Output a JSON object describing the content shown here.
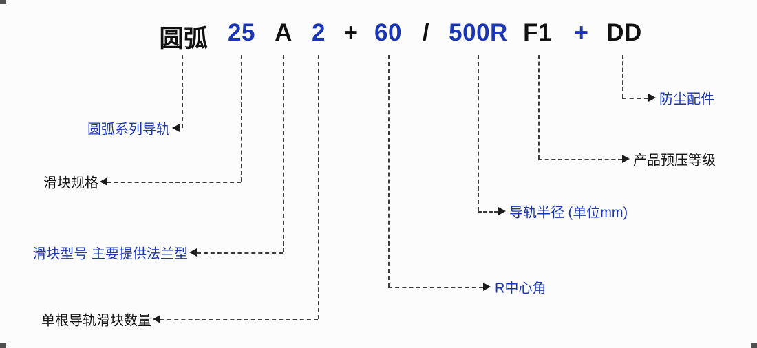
{
  "title_code": {
    "full_code": "圆弧 25 A 2 + 60 / 500R F1 + DD",
    "tokens": [
      {
        "text": "圆弧",
        "color": "#101010"
      },
      {
        "text": "25",
        "color": "#1b36b5"
      },
      {
        "text": "A",
        "color": "#101010"
      },
      {
        "text": "2",
        "color": "#1b36b5"
      },
      {
        "text": "+",
        "color": "#101010"
      },
      {
        "text": "60",
        "color": "#1b36b5"
      },
      {
        "text": "/",
        "color": "#101010"
      },
      {
        "text": "500R",
        "color": "#1b36b5"
      },
      {
        "text": "F1",
        "color": "#101010"
      },
      {
        "text": "+",
        "color": "#1b36b5"
      },
      {
        "text": "DD",
        "color": "#101010"
      }
    ]
  },
  "callouts": [
    {
      "label": "圆弧系列导轨",
      "color": "#1b36b5",
      "points_to": "圆弧"
    },
    {
      "label": "滑块规格",
      "color": "#141414",
      "points_to": "25"
    },
    {
      "label": "滑块型号 主要提供法兰型",
      "color": "#1b36b5",
      "points_to": "A"
    },
    {
      "label": "单根导轨滑块数量",
      "color": "#141414",
      "points_to": "2"
    },
    {
      "label": "R中心角",
      "color": "#1b36b5",
      "points_to": "60"
    },
    {
      "label": "导轨半径 (单位mm)",
      "color": "#1b36b5",
      "points_to": "500R"
    },
    {
      "label": "产品预压等级",
      "color": "#141414",
      "points_to": "F1"
    },
    {
      "label": "防尘配件",
      "color": "#1b36b5",
      "points_to": "DD"
    }
  ],
  "colors": {
    "accent_blue": "#1b36b5",
    "text_black": "#101010",
    "line": "#3c3c3c",
    "background": "#fcfcfc"
  }
}
